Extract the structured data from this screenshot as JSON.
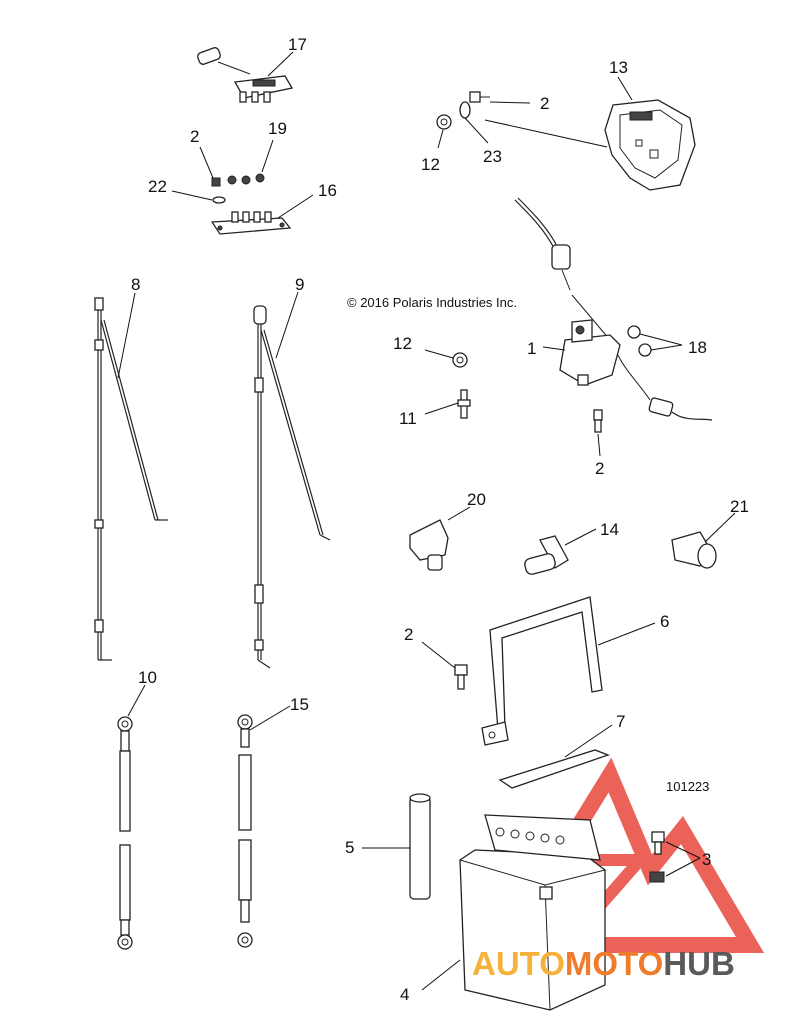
{
  "copyright": "© 2016 Polaris Industries Inc.",
  "drawing_number": "101223",
  "callouts": {
    "c17": "17",
    "c2_top": "2",
    "c13": "13",
    "c19": "19",
    "c2_left": "2",
    "c12_top": "12",
    "c23": "23",
    "c22": "22",
    "c16": "16",
    "c8": "8",
    "c9": "9",
    "c12_mid": "12",
    "c1": "1",
    "c18": "18",
    "c11": "11",
    "c2_mid": "2",
    "c20": "20",
    "c14": "14",
    "c21": "21",
    "c2_low": "2",
    "c6": "6",
    "c10": "10",
    "c15": "15",
    "c7": "7",
    "c5": "5",
    "c3": "3",
    "c4": "4"
  },
  "watermark": {
    "part1": "AUTO",
    "part2": "MOTO",
    "part3": "HUB",
    "colors": {
      "auto": "#f5b13a",
      "moto": "#f07b2a",
      "hub": "#5a5a5a",
      "triangle": "#e8473c"
    }
  }
}
